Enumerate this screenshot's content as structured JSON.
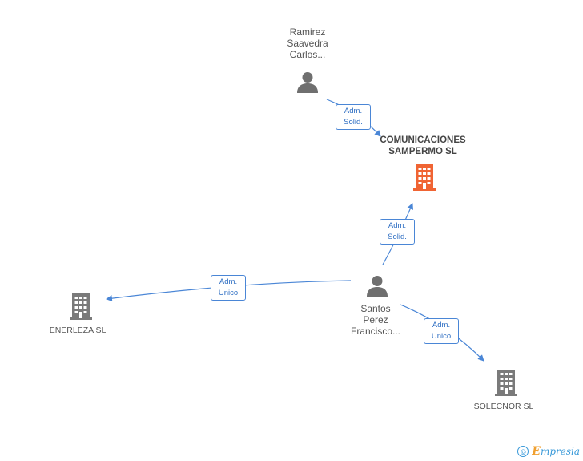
{
  "nodes": {
    "ramirez": {
      "lines": [
        "Ramirez",
        "Saavedra",
        "Carlos..."
      ]
    },
    "santos": {
      "lines": [
        "Santos",
        "Perez",
        "Francisco..."
      ]
    },
    "comunicaciones": {
      "lines": [
        "COMUNICACIONES",
        "SAMPERMO SL"
      ]
    },
    "enerleza": {
      "lines": [
        "ENERLEZA SL"
      ]
    },
    "solecnor": {
      "lines": [
        "SOLECNOR SL"
      ]
    }
  },
  "edges": {
    "ramirez_to_comunicaciones": {
      "lines": [
        "Adm.",
        "Solid."
      ]
    },
    "santos_to_comunicaciones": {
      "lines": [
        "Adm.",
        "Solid."
      ]
    },
    "santos_to_enerleza": {
      "lines": [
        "Adm.",
        "Unico"
      ]
    },
    "santos_to_solecnor": {
      "lines": [
        "Adm.",
        "Unico"
      ]
    }
  },
  "colors": {
    "edge": "#4a86d6",
    "person_icon": "#6f6f6f",
    "company_icon": "#7a7a7a",
    "highlight_company_icon": "#f06433"
  },
  "footer": {
    "copyright_symbol": "©",
    "brand_first": "E",
    "brand_rest": "mpresia"
  }
}
